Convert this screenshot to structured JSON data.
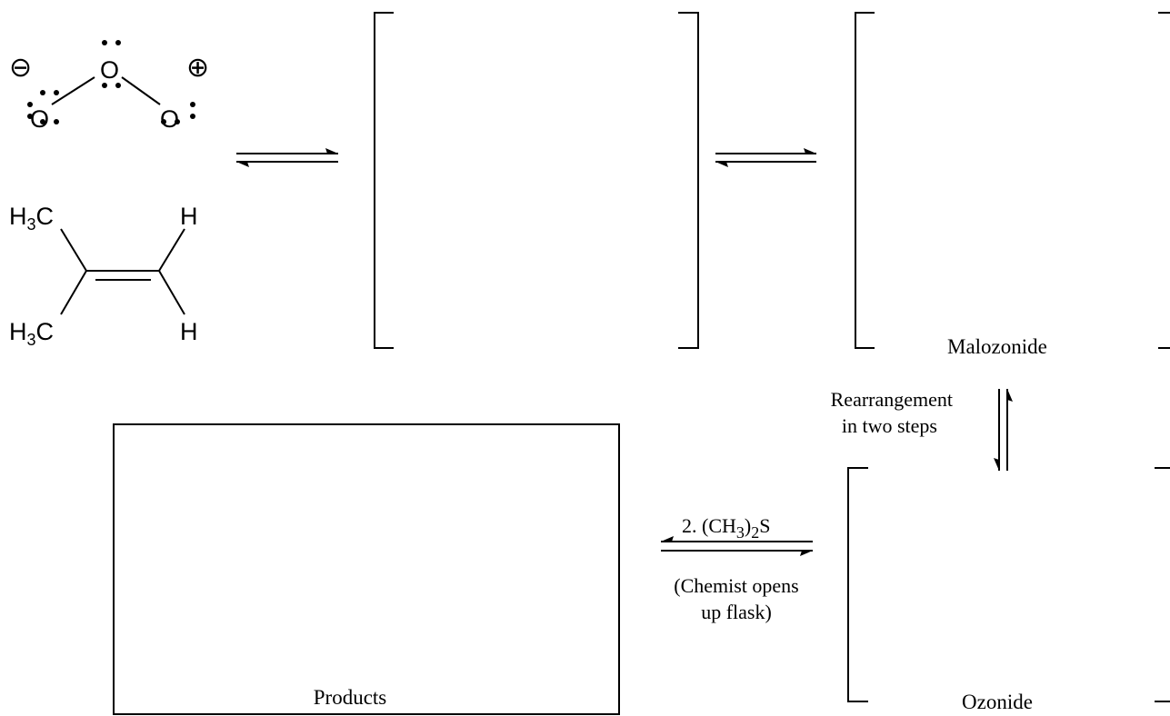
{
  "ozone": {
    "atoms": [
      "O",
      "O",
      "O"
    ],
    "charges": [
      "⊖",
      "⊕"
    ]
  },
  "alkene": {
    "substituents": [
      "H",
      "C",
      "3",
      "H",
      "C",
      "3",
      "H",
      "H"
    ]
  },
  "labels": {
    "malozonide": "Malozonide",
    "ozonide": "Ozonide",
    "products": "Products",
    "rearrangement_line1": "Rearrangement",
    "rearrangement_line2": "in two steps",
    "reagent_prefix": "2. (CH",
    "reagent_sub1": "3",
    "reagent_close": ")",
    "reagent_sub2": "2",
    "reagent_suffix": "S",
    "chemist_line1": "(Chemist opens",
    "chemist_line2": "up flask)"
  }
}
